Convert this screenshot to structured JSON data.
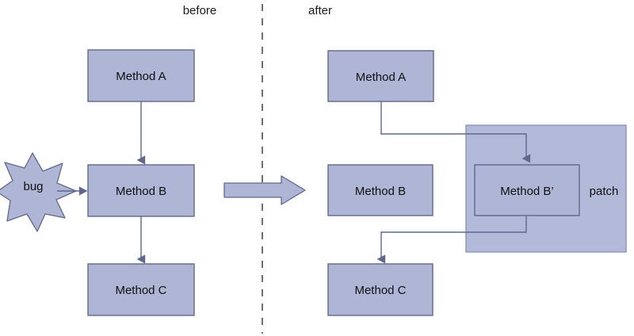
{
  "diagram": {
    "title_before": "before",
    "title_after": "after",
    "colors": {
      "box_fill": "#aeb5d5",
      "box_stroke": "#63688c",
      "panel_fill": "#b3b9d9",
      "panel_stroke": "#8d94bb",
      "connector": "#61678c",
      "divider": "#6b7080",
      "text": "#1a1a1a",
      "background": "#ffffff"
    },
    "before": {
      "boxes": [
        {
          "id": "before-method-a",
          "label": "Method A"
        },
        {
          "id": "before-method-b",
          "label": "Method B"
        },
        {
          "id": "before-method-c",
          "label": "Method C"
        }
      ],
      "bug": {
        "label": "bug"
      }
    },
    "after": {
      "boxes": [
        {
          "id": "after-method-a",
          "label": "Method A"
        },
        {
          "id": "after-method-b",
          "label": "Method B"
        },
        {
          "id": "after-method-c",
          "label": "Method C"
        },
        {
          "id": "after-method-b-prime",
          "label": "Method B’"
        }
      ],
      "panel": {
        "label": "patch"
      }
    },
    "transition_arrow": {
      "name": "before-after-arrow"
    }
  }
}
